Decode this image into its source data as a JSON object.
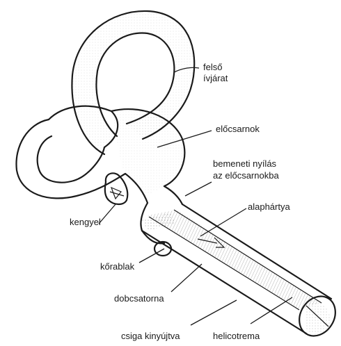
{
  "labels": {
    "felso_line1": "felső",
    "felso_line2": "ívjárat",
    "elocsarnok": "előcsarnok",
    "bemeneti_line1": "bemeneti nyílás",
    "bemeneti_line2": "az előcsarnokba",
    "alaphartya": "alaphártya",
    "kengyel": "kengyel",
    "korablak": "kőrablak",
    "dobcsatorna": "dobcsatorna",
    "csiga": "csiga kinyújtva",
    "helicotrema": "helicotrema"
  }
}
